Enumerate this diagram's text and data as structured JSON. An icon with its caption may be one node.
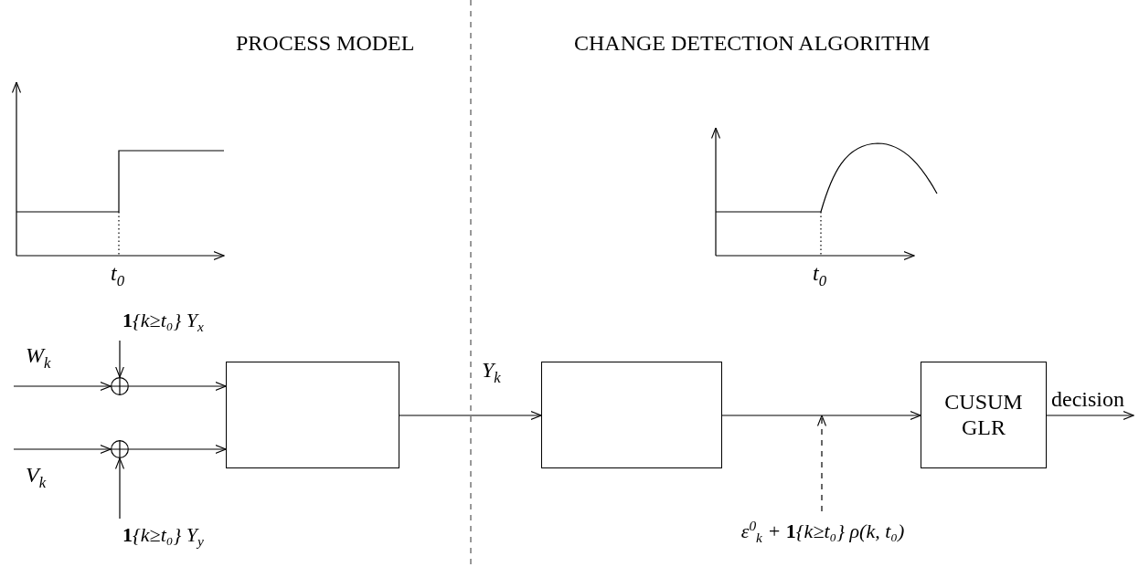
{
  "diagram": {
    "nodes": [
      {
        "text": [
          "**1**{k≥t₀} Υ$_{x}$"
        ]
      },
      {
        "text": [],
        "shape": "circle"
      },
      {
        "text": [],
        "shape": "circle"
      },
      {
        "text": [
          "**1**{k≥t₀} Υ$_{y}$"
        ]
      },
      {
        "text": [],
        "shape": "box"
      },
      {
        "text": [],
        "shape": "box"
      },
      {
        "text": [
          "CUSUM GLR"
        ]
      },
      {
        "text": [
          "ε$^{0}$$_{k}$ + **1**{k≥t₀} ρ(k, t₀)"
        ]
      }
    ],
    "edges": [
      {
        "from": null,
        "to": 1,
        "arrow": "to",
        "label": "W$_{k}$"
      },
      {
        "from": 0,
        "to": 1,
        "arrow": "to"
      },
      {
        "from": 1,
        "to": 4,
        "arrow": "to"
      },
      {
        "from": null,
        "to": 2,
        "arrow": "to",
        "label": "V$_{k}$"
      },
      {
        "from": 3,
        "to": 2,
        "arrow": "to"
      },
      {
        "from": 2,
        "to": 4,
        "arrow": "to"
      },
      {
        "from": 4,
        "to": 5,
        "arrow": "to",
        "label": "Y$_{k}$"
      },
      {
        "from": 5,
        "to": 6,
        "arrow": "to"
      },
      {
        "from": 6,
        "to": null,
        "arrow": "to",
        "label": "decision"
      },
      {
        "from": 7,
        "to": null,
        "arrow": "to",
        "style": "dashed"
      }
    ],
    "labels": [
      "PROCESS MODEL",
      "CHANGE DETECTION ALGORITHM",
      "t$_{0}$",
      "t$_{0}$"
    ]
  }
}
